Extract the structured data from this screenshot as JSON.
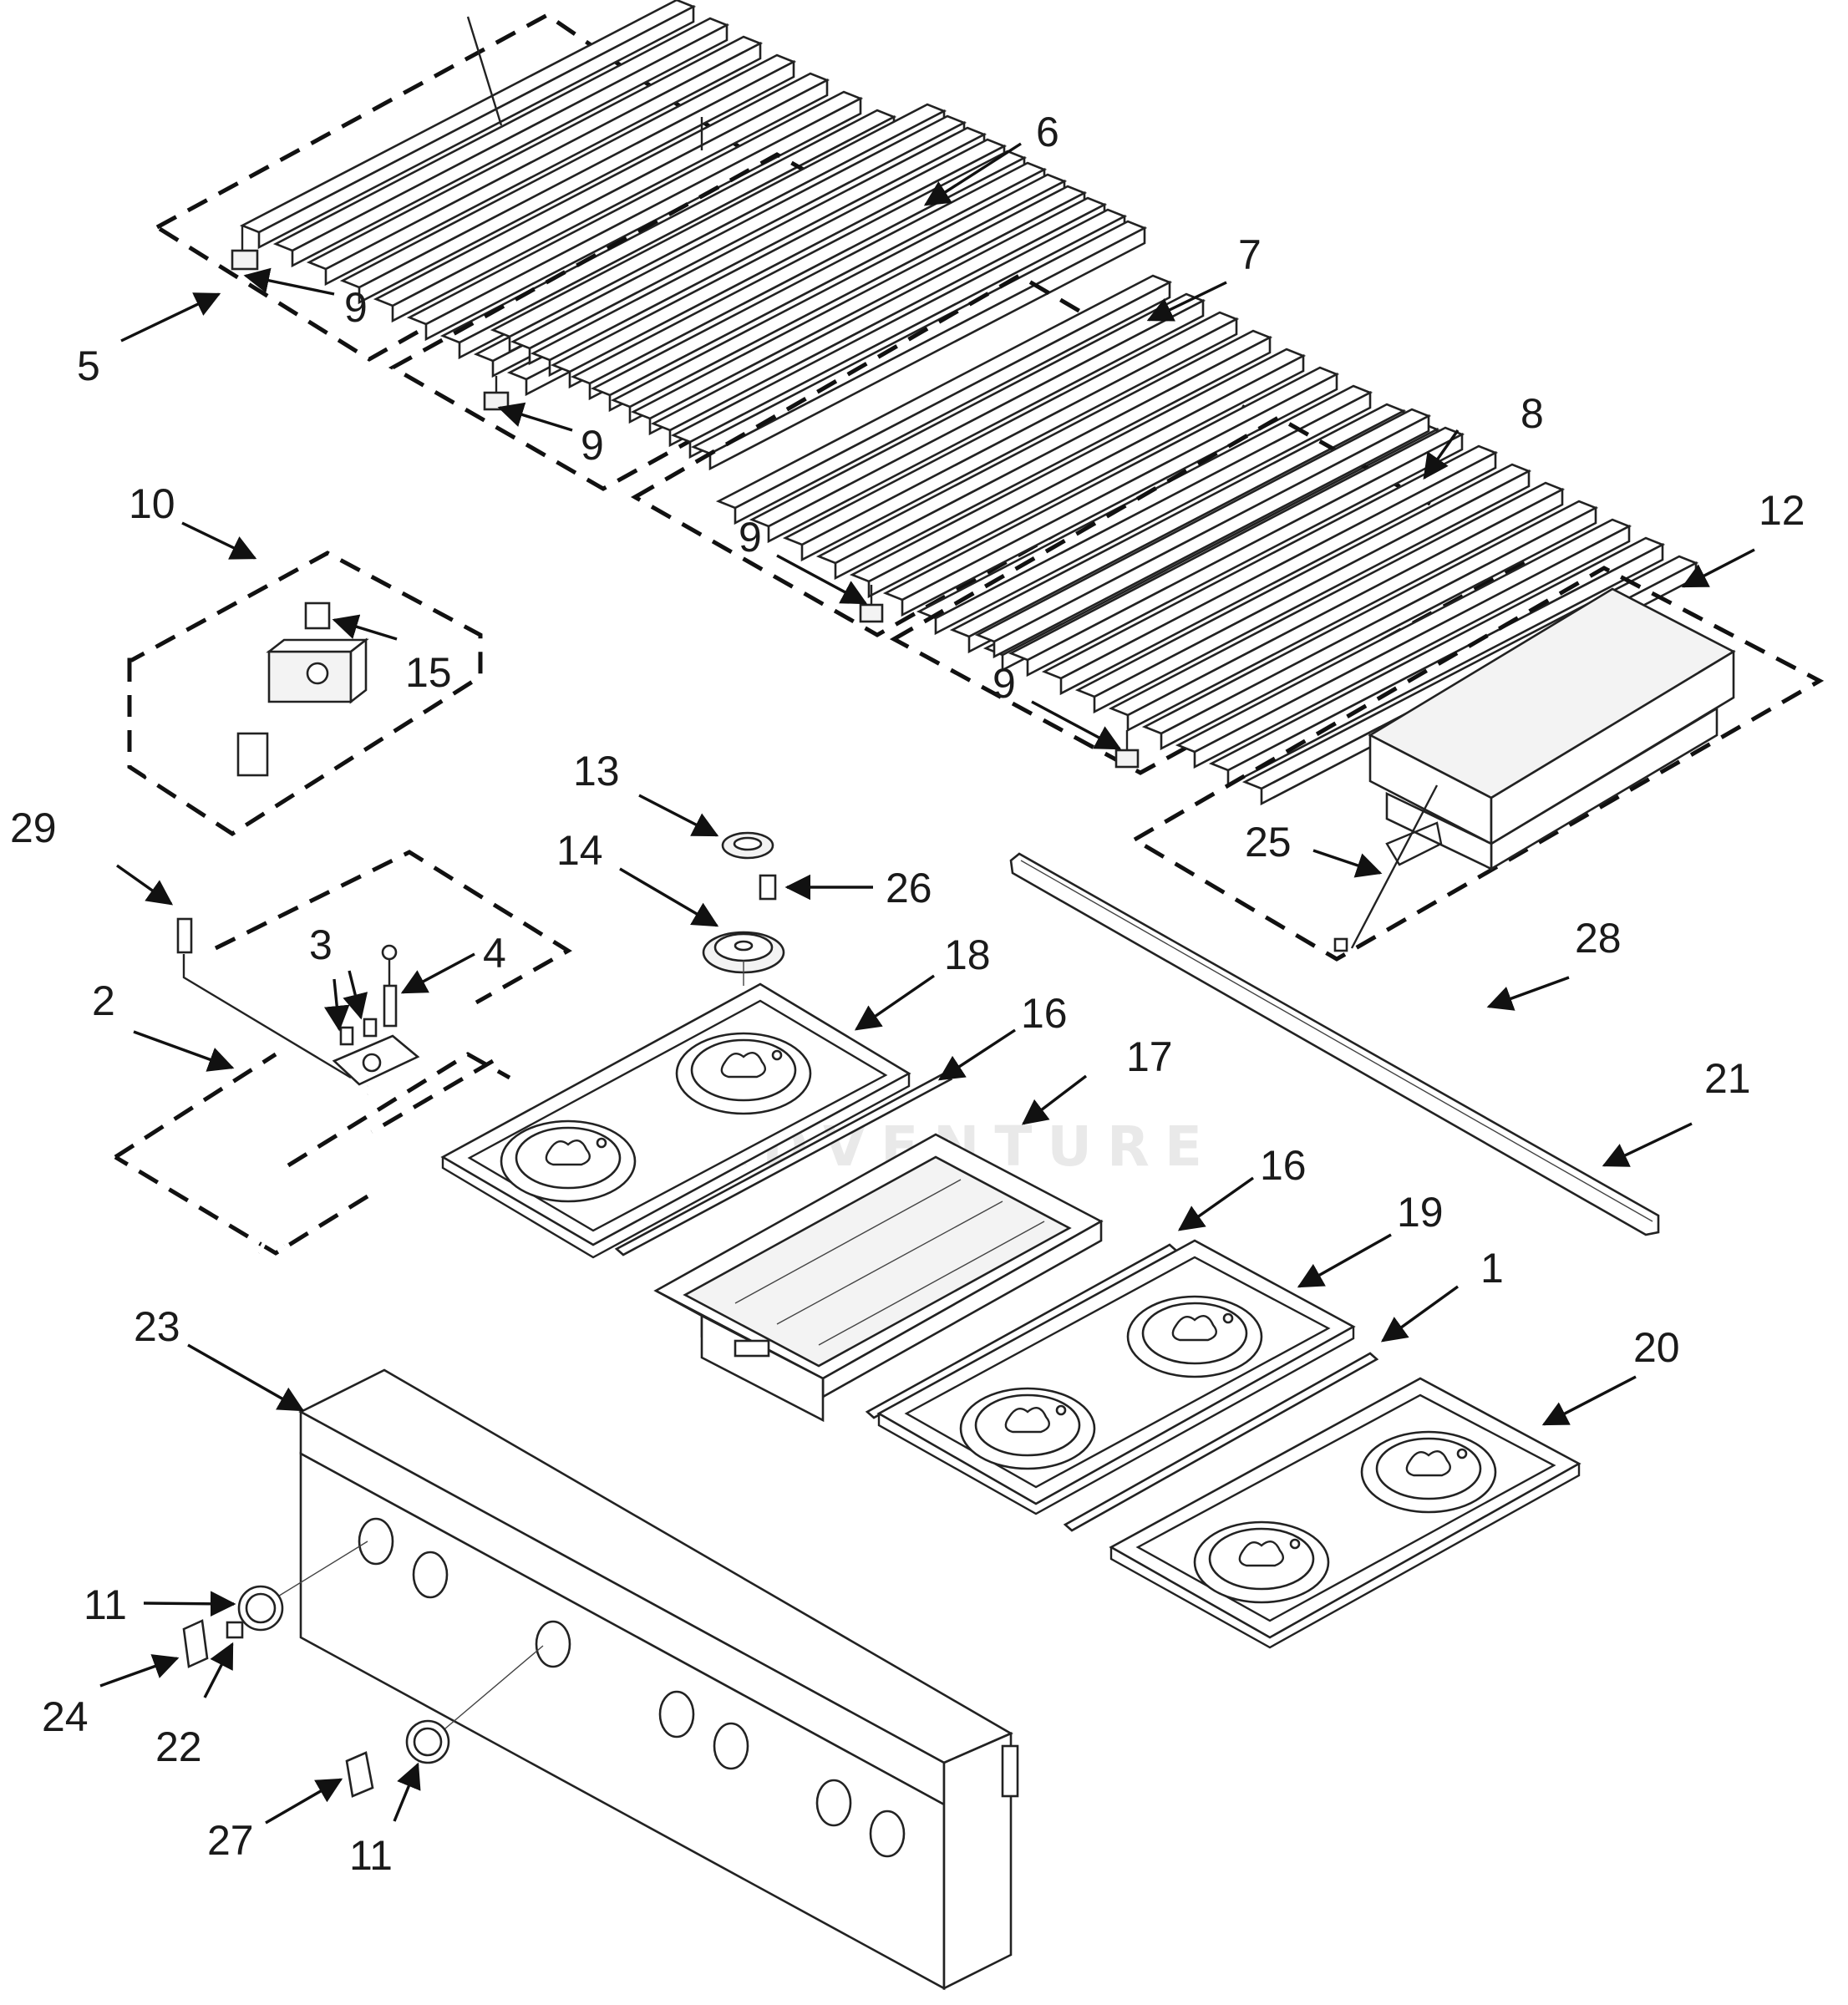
{
  "watermark": "LEADVENTURE",
  "callouts": [
    "1",
    "2",
    "3",
    "4",
    "5",
    "6",
    "7",
    "8",
    "9",
    "9",
    "9",
    "9",
    "10",
    "11",
    "11",
    "12",
    "13",
    "14",
    "15",
    "16",
    "16",
    "17",
    "18",
    "19",
    "20",
    "21",
    "22",
    "23",
    "24",
    "25",
    "26",
    "27",
    "28",
    "29"
  ]
}
